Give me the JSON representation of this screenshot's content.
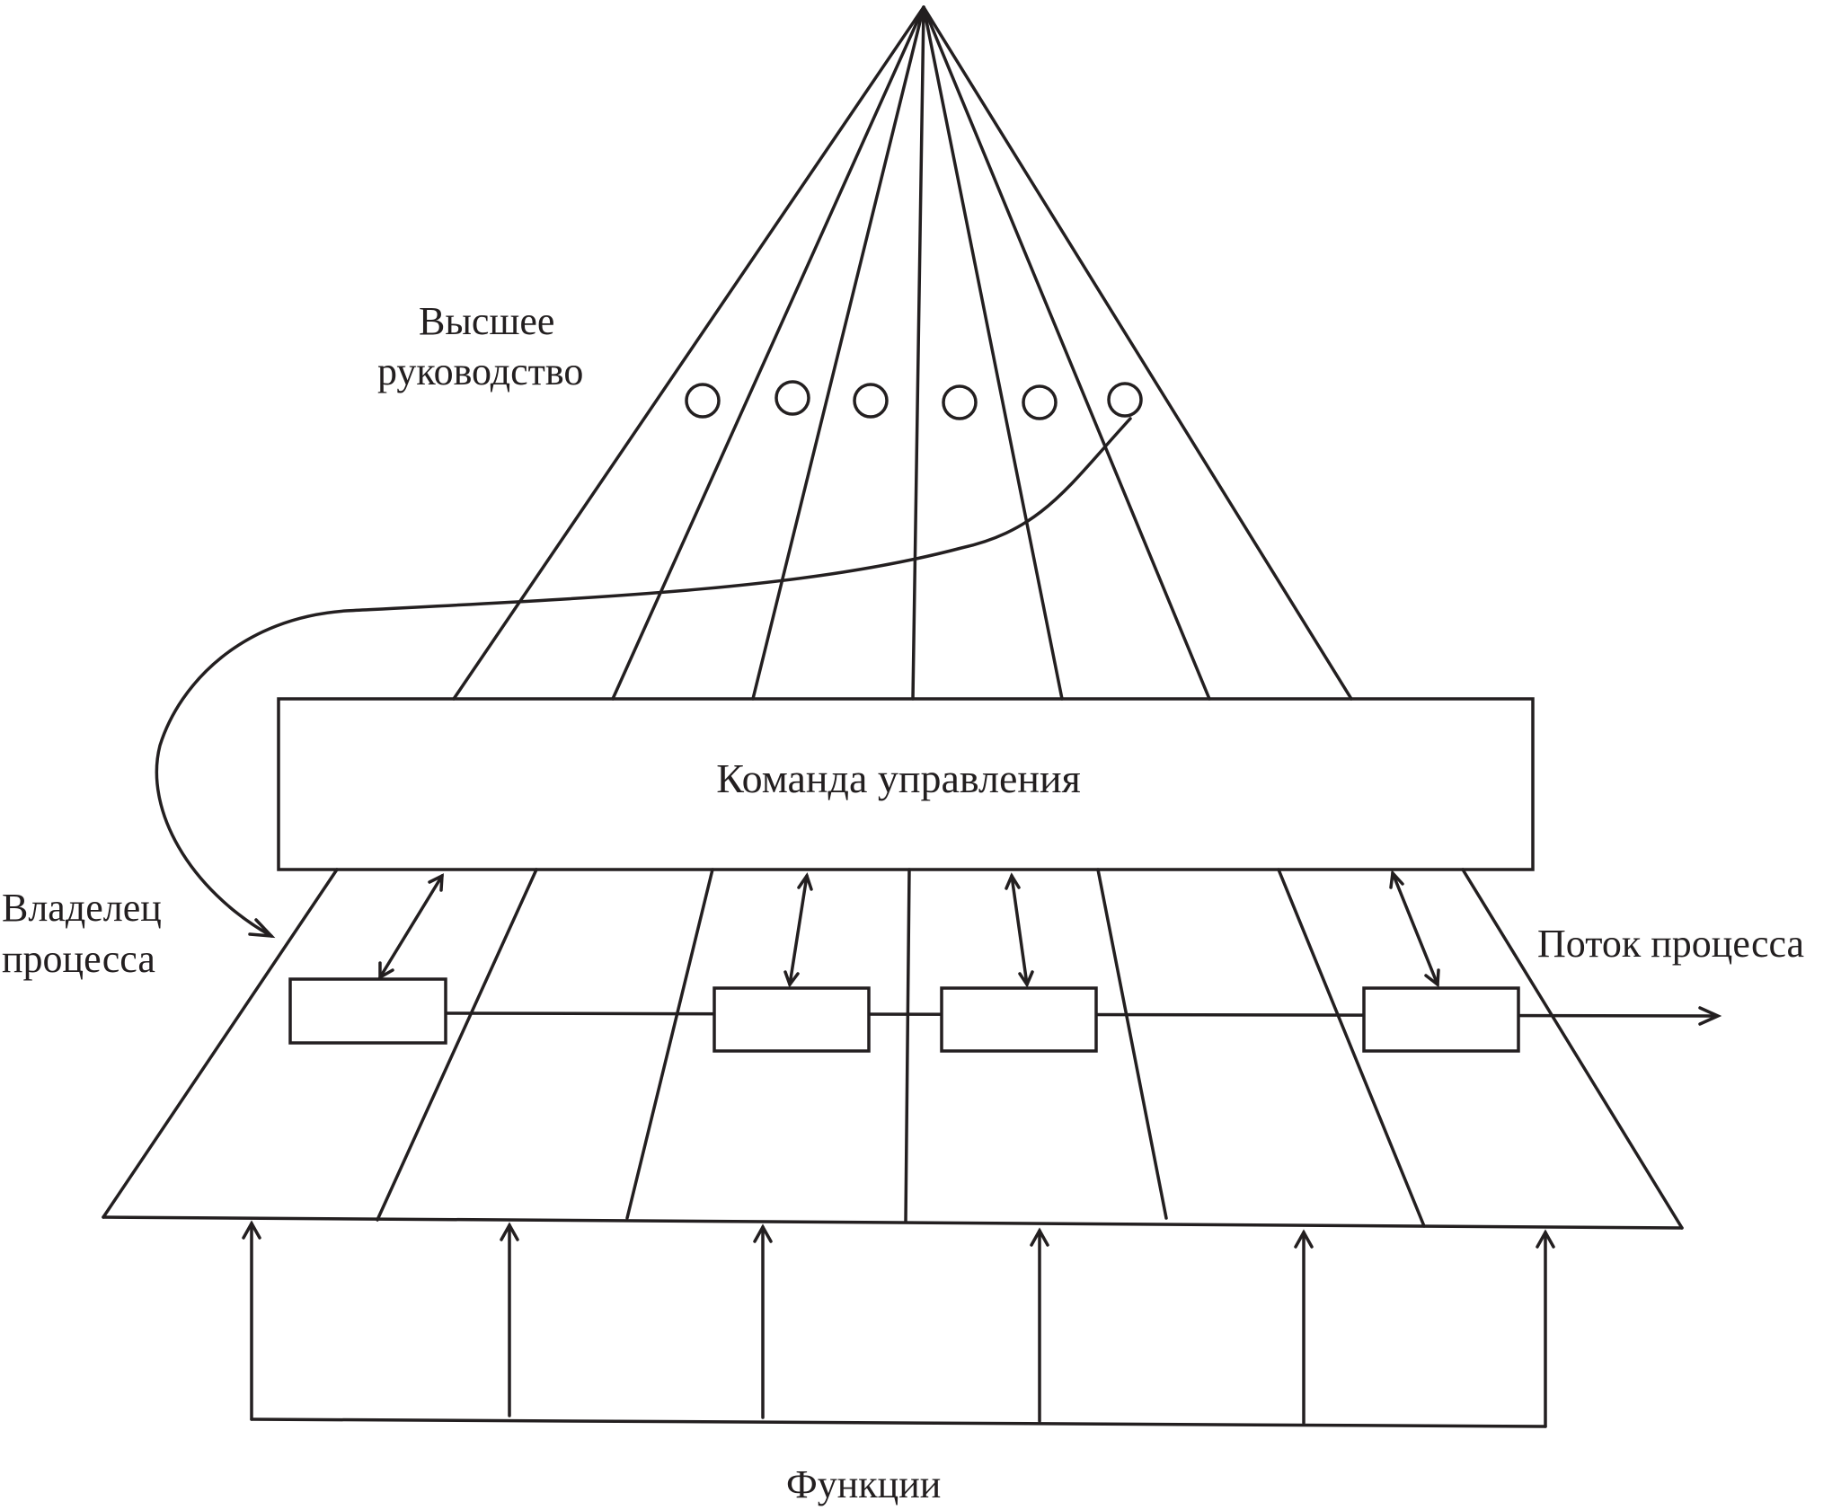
{
  "diagram": {
    "labels": {
      "top_management_line1": "Высшее",
      "top_management_line2": "руководство",
      "management_team": "Команда управления",
      "process_owner_line1": "Владелец",
      "process_owner_line2": "процесса",
      "process_flow": "Поток процесса",
      "functions": "Функции"
    },
    "colors": {
      "line": "#231f20",
      "background": "#ffffff"
    }
  }
}
